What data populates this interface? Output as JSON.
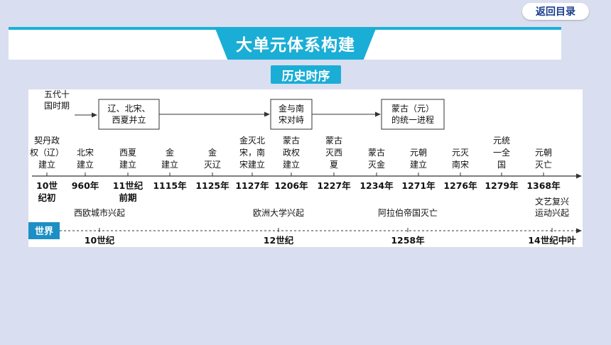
{
  "back_button": "返回目录",
  "title": "大单元体系构建",
  "subtitle": "历史时序",
  "flow": {
    "start_lines": [
      "五代十",
      "国时期"
    ],
    "boxes": [
      {
        "lines": [
          "辽、北宋、",
          "西夏并立"
        ]
      },
      {
        "lines": [
          "金与南",
          "宋对峙"
        ]
      },
      {
        "lines": [
          "蒙古（元）",
          "的统一进程"
        ]
      }
    ]
  },
  "china_events": [
    {
      "event": [
        "契丹政",
        "权（辽）",
        "建立"
      ],
      "date": [
        "10世",
        "纪初"
      ]
    },
    {
      "event": [
        "北宋",
        "建立"
      ],
      "date": [
        "960年"
      ]
    },
    {
      "event": [
        "西夏",
        "建立"
      ],
      "date": [
        "11世纪",
        "前期"
      ]
    },
    {
      "event": [
        "金",
        "建立"
      ],
      "date": [
        "1115年"
      ]
    },
    {
      "event": [
        "金",
        "灭辽"
      ],
      "date": [
        "1125年"
      ]
    },
    {
      "event": [
        "金灭北",
        "宋，南",
        "宋建立"
      ],
      "date": [
        "1127年"
      ]
    },
    {
      "event": [
        "蒙古",
        "政权",
        "建立"
      ],
      "date": [
        "1206年"
      ]
    },
    {
      "event": [
        "蒙古",
        "灭西",
        "夏"
      ],
      "date": [
        "1227年"
      ]
    },
    {
      "event": [
        "蒙古",
        "灭金"
      ],
      "date": [
        "1234年"
      ]
    },
    {
      "event": [
        "元朝",
        "建立"
      ],
      "date": [
        "1271年"
      ]
    },
    {
      "event": [
        "元灭",
        "南宋"
      ],
      "date": [
        "1276年"
      ]
    },
    {
      "event": [
        "元统",
        "一全",
        "国"
      ],
      "date": [
        "1279年"
      ]
    },
    {
      "event": [
        "元朝",
        "灭亡"
      ],
      "date": [
        "1368年"
      ]
    }
  ],
  "world_label": "世界",
  "world_events": [
    {
      "event": [
        "西欧城市兴起"
      ],
      "date": "10世纪"
    },
    {
      "event": [
        "欧洲大学兴起"
      ],
      "date": "12世纪"
    },
    {
      "event": [
        "阿拉伯帝国灭亡"
      ],
      "date": "1258年"
    },
    {
      "event": [
        "文艺复兴",
        "运动兴起"
      ],
      "date": "14世纪中叶"
    }
  ],
  "colors": {
    "accent": "#1aaed6",
    "world_label_bg": "#1e8fc4",
    "text": "#111111"
  }
}
